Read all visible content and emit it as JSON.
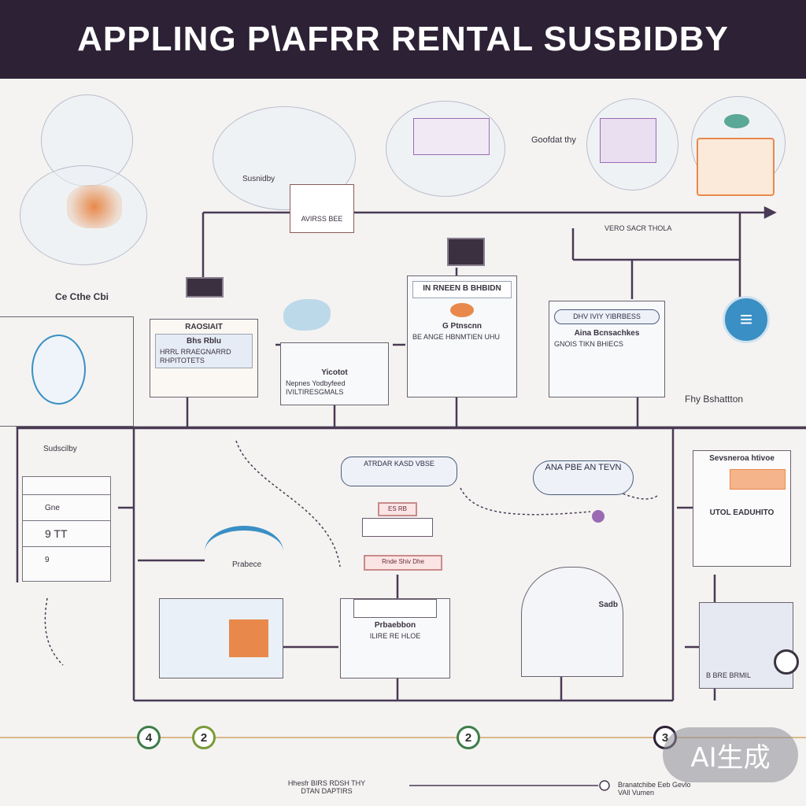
{
  "header": {
    "title": "APPLING P\\AFRR RENTAL SUSBIDBY"
  },
  "nodes": {
    "top_subsidy_label": "Susnidby",
    "top_left_card": "AVIRSS BEE",
    "top_middle_text": "Goofdat thy",
    "top_right_caption": "VERO SACR THOLA",
    "left_side_label": "Ce Cthe Cbi",
    "card1": {
      "title": "RAOSIAIT",
      "subtitle": "Bhs Rblu",
      "body": "HRRL RRAEGNARRD RHPITOTETS"
    },
    "card2": {
      "title": "Yicotot",
      "body": "Nepnes Yodbyfeed IVILTIRESGMALS"
    },
    "card3": {
      "title": "IN RNEEN B BHBIDN",
      "subtitle": "G Ptnscnn",
      "body": "BE ANGE HBNMTIEN UHU"
    },
    "card4": {
      "title": "DHV IVIY YIBRBESS",
      "subtitle": "Aina Bcnsachkes",
      "body": "GNOIS TIKN BHIECS"
    },
    "right_label": "Fhy Bshattton",
    "left_panel": {
      "title": "Sudscilby",
      "rows": [
        "Gne",
        "9 TT",
        "9"
      ]
    },
    "mid_pill": "ATRDAR KASD VBSE",
    "mid_tag": "ES RB",
    "mid_strip": "Rnde Shiv Dhe",
    "right_pill": "ANA PBE AN TEVN",
    "right_panel": {
      "title": "Sevsneroa htivoe",
      "body": "UTOL EADUHITO"
    },
    "lower_label": "Prabece",
    "lower_mid": {
      "title": "Prbaebbon",
      "body": "ILIRE RE HLOE"
    },
    "lower_right": {
      "title": "Sadb"
    },
    "bottom_right_card": "B BRE BRMIL",
    "footer_left": "Hhesfr BIRS RDSH THY DTAN DAPTIRS",
    "footer_right": "Branatchibe Eeb Gevlo VAll Vumen"
  },
  "steps": [
    "4",
    "2",
    "2",
    "3"
  ],
  "badge": "AI生成",
  "colors": {
    "header_bg": "#2d2135",
    "accent_orange": "#e8894b",
    "accent_purple": "#9a6bb3",
    "accent_blue": "#3a8fc4",
    "step_green": "#3e7d4a"
  }
}
